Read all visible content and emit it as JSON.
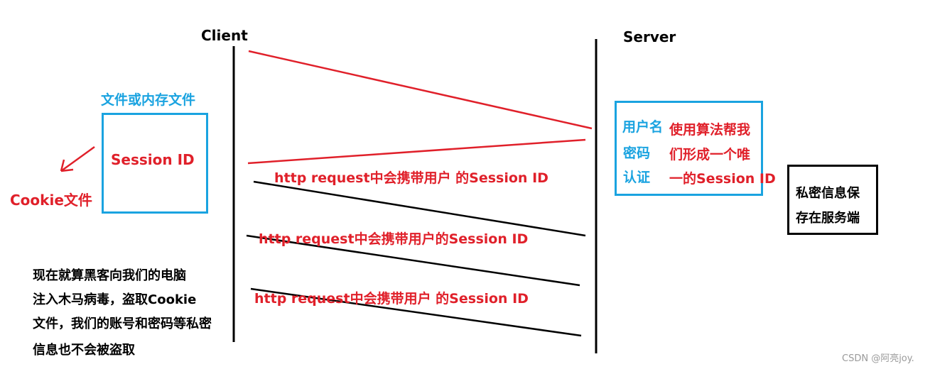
{
  "labels": {
    "client": "Client",
    "server": "Server",
    "file_or_memory": "文件或内存文件",
    "session_id_box": "Session ID",
    "cookie_file": "Cookie文件",
    "server_user": "用户名",
    "server_password": "密码",
    "server_auth": "认证",
    "algo_line1": "使用算法帮我",
    "algo_line2": "们形成一个唯",
    "algo_line3": "一的Session ID",
    "private_line1": "私密信息保",
    "private_line2": "存在服务端",
    "request1": "http request中会携带用户 的Session ID",
    "request2": "http request中会携带用户的Session ID",
    "request3": "http request中会携带用户 的Session ID",
    "hacker_line1": "现在就算黑客向我们的电脑",
    "hacker_line2": "注入木马病毒，盗取Cookie",
    "hacker_line3": "文件，我们的账号和密码等私密",
    "hacker_line4": "信息也不会被盗取",
    "watermark": "CSDN @阿亮joy."
  },
  "colors": {
    "red": "#e0202a",
    "blue": "#1aa3e0",
    "black": "#000000"
  }
}
